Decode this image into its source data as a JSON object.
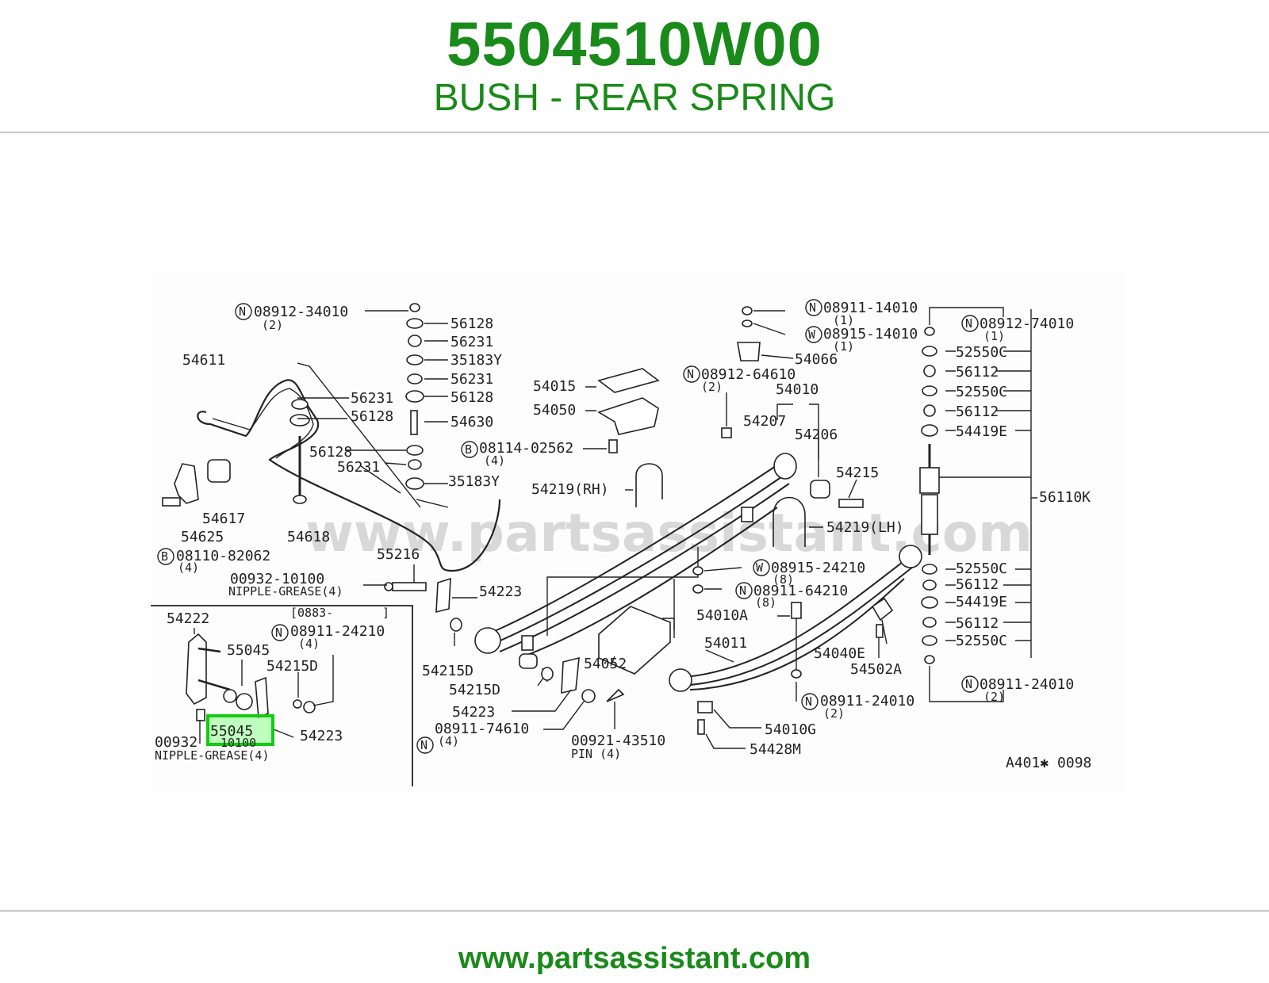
{
  "header": {
    "part_number": "5504510W00",
    "part_name": "BUSH - REAR SPRING"
  },
  "footer": {
    "website": "www.partsassistant.com"
  },
  "colors": {
    "brand_green": "#1a8a1a",
    "highlight": "#11cc11"
  },
  "diagram": {
    "watermark": "www.partsassistant.com",
    "code": "A401✱ 0098",
    "highlighted_part": "55045",
    "labels": {
      "l08912_34010": "08912-34010",
      "l08912_34010_q": "(2)",
      "l56128a": "56128",
      "l56231a": "56231",
      "l35183ya": "35183Y",
      "l56231b": "56231",
      "l56128b": "56128",
      "l54611": "54611",
      "l56231c": "56231",
      "l56128c": "56128",
      "l54630": "54630",
      "l56128d": "56128",
      "l56231d": "56231",
      "l35183yb": "35183Y",
      "l54617": "54617",
      "l54625": "54625",
      "l54618": "54618",
      "l08110_82062": "08110-82062",
      "l08110_82062_q": "(4)",
      "l54015": "54015",
      "l54050": "54050",
      "l08114_02562": "08114-02562",
      "l08114_02562_q": "(4)",
      "l54219rh": "54219(RH)",
      "l55216": "55216",
      "l00932_10100": "00932-10100",
      "l_nipple1": "NIPPLE-GREASE(4)",
      "l54223a": "54223",
      "l54215da": "54215D",
      "l54215db": "54215D",
      "l54223b": "54223",
      "l08911_74610": "08911-74610",
      "l08911_74610_q": "(4)",
      "l00921_43510": "00921-43510",
      "l_pin": "PIN (4)",
      "l54052": "54052",
      "l54222": "54222",
      "l_date": "[0883-",
      "l_date_end": "]",
      "l08911_24210": "08911-24210",
      "l08911_24210_q": "(4)",
      "l55045a": "55045",
      "l54215dc": "54215D",
      "l55045b": "55045",
      "l54223c": "54223",
      "l00932b": "00932",
      "l10100b": "10100",
      "l_nipple2": "NIPPLE-GREASE(4)",
      "l08911_14010": "08911-14010",
      "l08911_14010_q": "(1)",
      "l08915_14010": "08915-14010",
      "l08915_14010_q": "(1)",
      "l54066": "54066",
      "l08912_64610": "08912-64610",
      "l08912_64610_q": "(2)",
      "l54010": "54010",
      "l54207": "54207",
      "l54206": "54206",
      "l54215": "54215",
      "l54219lh": "54219(LH)",
      "l08915_24210": "08915-24210",
      "l08915_24210_q": "(8)",
      "l08911_64210": "08911-64210",
      "l08911_64210_q": "(8)",
      "l54010a": "54010A",
      "l54011": "54011",
      "l54040e": "54040E",
      "l54502a": "54502A",
      "l08911_24010a": "08911-24010",
      "l08911_24010a_q": "(2)",
      "l54010g": "54010G",
      "l54428m": "54428M",
      "l08912_74010": "08912-74010",
      "l08912_74010_q": "(1)",
      "l52550ca": "52550C",
      "l56112a": "56112",
      "l52550cb": "52550C",
      "l56112b": "56112",
      "l54419ea": "54419E",
      "l56110k": "56110K",
      "l52550cc": "52550C",
      "l56112c": "56112",
      "l54419eb": "54419E",
      "l56112d": "56112",
      "l52550cd": "52550C",
      "l08911_24010b": "08911-24010",
      "l08911_24010b_q": "(2)",
      "c_n": "N",
      "c_w": "W",
      "c_b": "B"
    }
  }
}
